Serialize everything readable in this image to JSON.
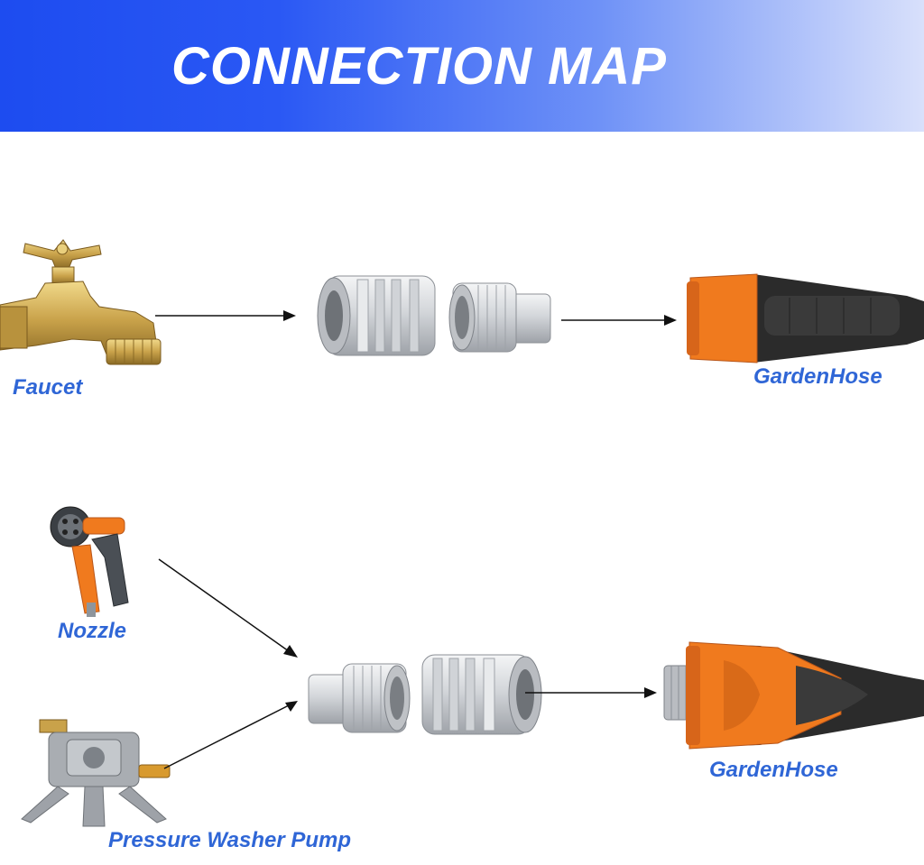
{
  "banner": {
    "title": "CONNECTION MAP",
    "colors": {
      "start": "#1d4cf0",
      "end": "#d8e0fb"
    }
  },
  "top_row": {
    "source_label": "Faucet",
    "target_label": "GardenHose",
    "source_icon": "brass-faucet-icon",
    "target_icon": "garden-hose-end-icon"
  },
  "bottom_row": {
    "sources": [
      {
        "label": "Nozzle",
        "icon": "spray-nozzle-icon"
      },
      {
        "label": "Pressure Washer Pump",
        "icon": "pressure-washer-pump-icon"
      }
    ],
    "target_label": "GardenHose",
    "target_icon": "garden-hose-end-icon"
  },
  "colors": {
    "label": "#2f66d6",
    "hose_orange": "#f07a1e",
    "metal": "#c9ccd0",
    "brass": "#c9a24a"
  }
}
